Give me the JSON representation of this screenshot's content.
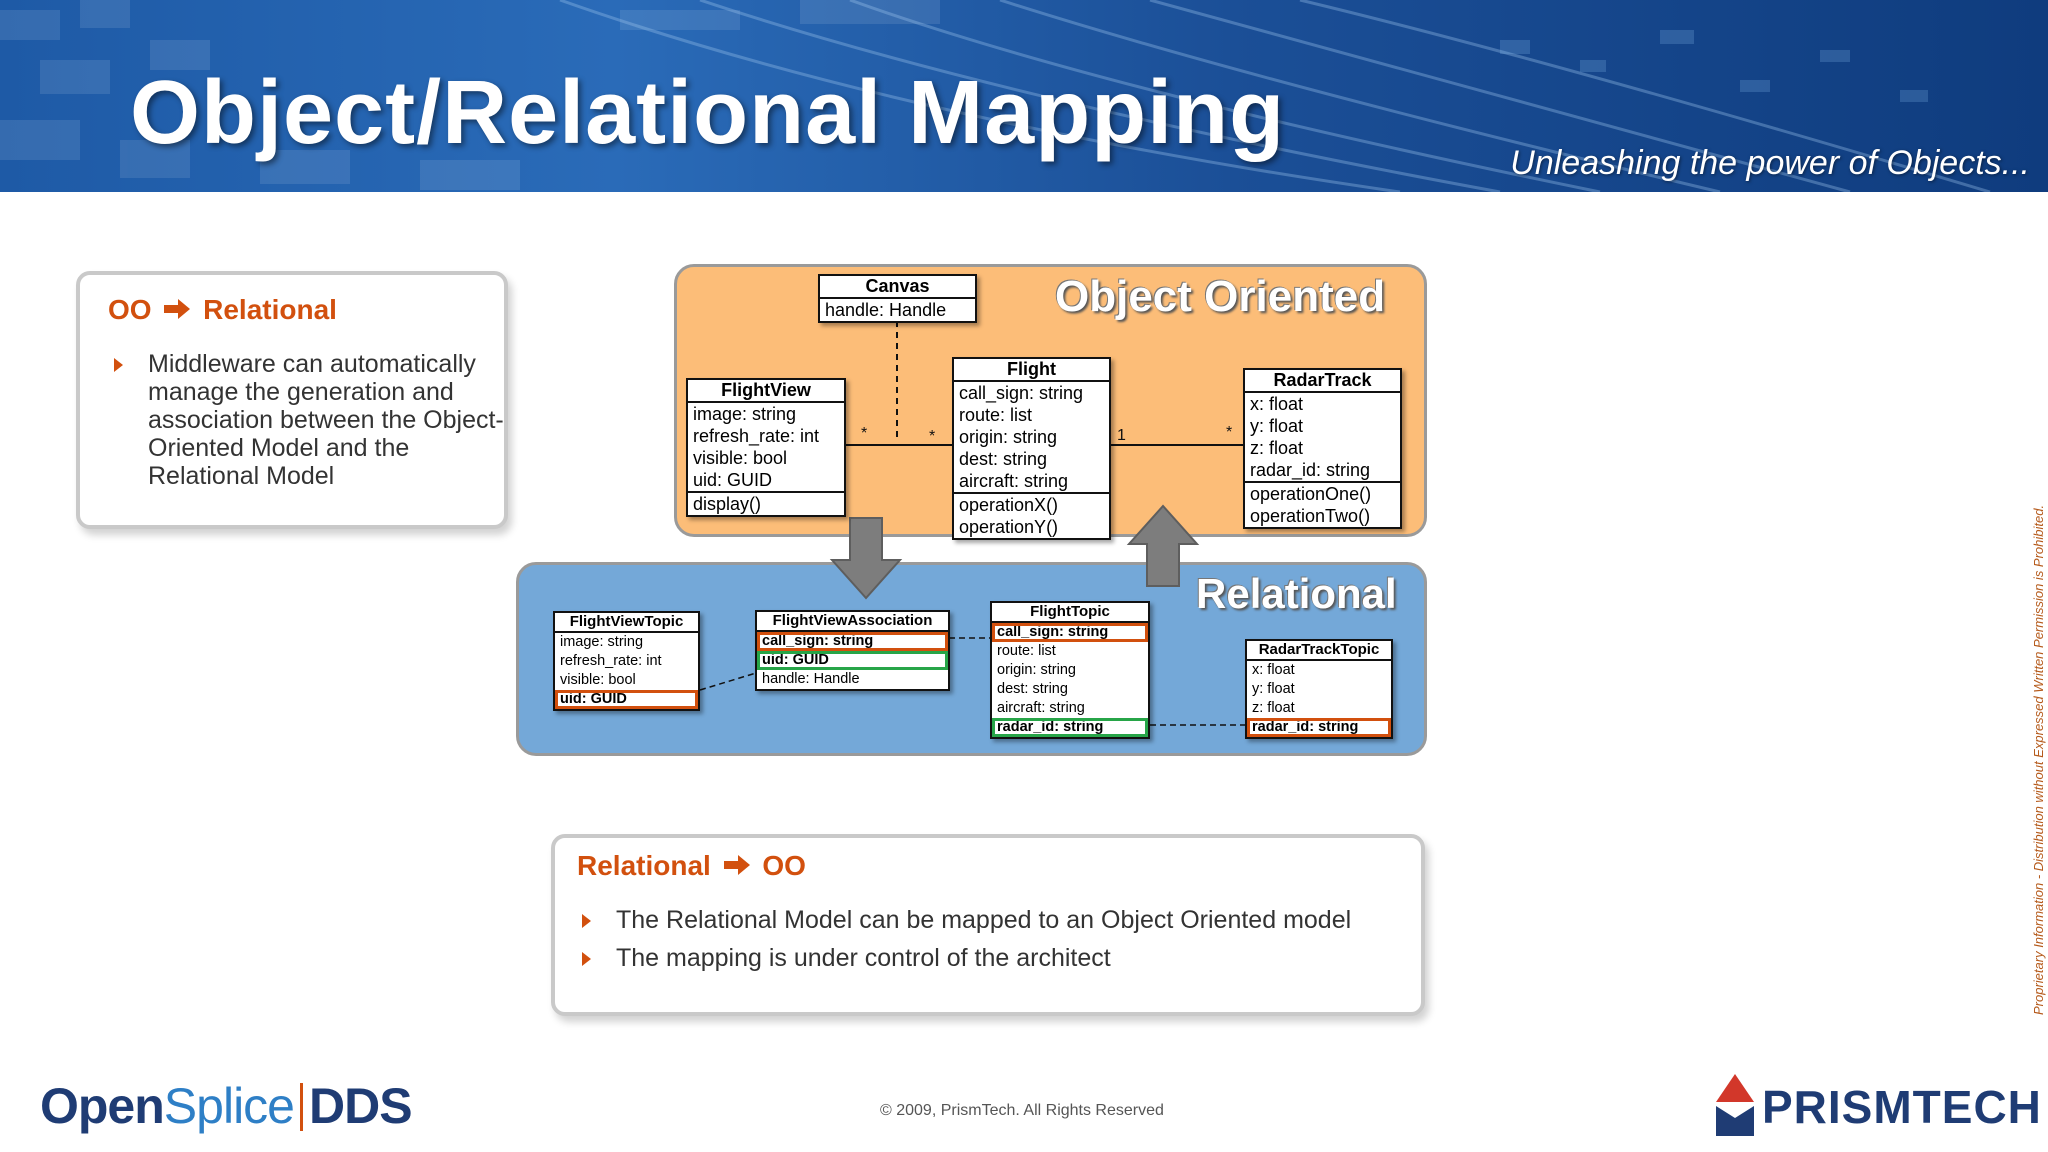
{
  "header": {
    "title": "Object/Relational Mapping",
    "tagline": "Unleashing the power of Objects..."
  },
  "oo_to_relational": {
    "title_left": "OO",
    "arrow_icon": "right-arrow-icon",
    "title_right": "Relational",
    "bullets": [
      "Middleware can automatically manage the generation and association between the Object-Oriented Model and the Relational Model"
    ]
  },
  "relational_to_oo": {
    "title_left": "Relational",
    "arrow_icon": "right-arrow-icon",
    "title_right": "OO",
    "bullets": [
      "The Relational Model can be mapped to an Object Oriented model",
      "The mapping is under control of the architect"
    ]
  },
  "diagram": {
    "oo_panel": {
      "label": "Object Oriented",
      "color": "#fcbd78",
      "classes": {
        "canvas": {
          "name": "Canvas",
          "attributes": [
            "handle: Handle"
          ]
        },
        "flightview": {
          "name": "FlightView",
          "attributes": [
            "image: string",
            "refresh_rate: int",
            "visible: bool",
            "uid: GUID"
          ],
          "operations": [
            "display()"
          ]
        },
        "flight": {
          "name": "Flight",
          "attributes": [
            "call_sign: string",
            "route: list",
            "origin: string",
            "dest: string",
            "aircraft: string"
          ],
          "operations": [
            "operationX()",
            "operationY()"
          ]
        },
        "radartrack": {
          "name": "RadarTrack",
          "attributes": [
            "x: float",
            "y: float",
            "z: float",
            "radar_id: string"
          ],
          "operations": [
            "operationOne()",
            "operationTwo()"
          ]
        }
      },
      "multiplicities": {
        "fv_left": "*",
        "fv_right": "*",
        "fl_left": "1",
        "fl_right": "*"
      }
    },
    "rel_panel": {
      "label": "Relational",
      "color": "#74a8d8",
      "tables": {
        "flightviewtopic": {
          "name": "FlightViewTopic",
          "columns": [
            "image: string",
            "refresh_rate: int",
            "visible: bool"
          ],
          "key": "uid: GUID"
        },
        "flightviewassociation": {
          "name": "FlightViewAssociation",
          "keys": [
            "call_sign: string",
            "uid: GUID"
          ],
          "columns": [
            "handle: Handle"
          ]
        },
        "flighttopic": {
          "name": "FlightTopic",
          "key": "call_sign: string",
          "columns": [
            "route: list",
            "origin: string",
            "dest: string",
            "aircraft: string"
          ],
          "fkey": "radar_id: string"
        },
        "radartracktopic": {
          "name": "RadarTrackTopic",
          "columns": [
            "x: float",
            "y: float",
            "z: float"
          ],
          "key": "radar_id: string"
        }
      }
    },
    "colors": {
      "key_orange": "#d2500e",
      "key_green": "#27a548",
      "arrow": "#7d7d7d"
    }
  },
  "footer": {
    "logo_left_a": "Open",
    "logo_left_b": "Splice",
    "logo_left_c": "DDS",
    "copyright": "© 2009, PrismTech. All Rights Reserved",
    "logo_right": "PRISMTECH",
    "side_note": "Proprietary Information - Distribution without Expressed Written Permission is Prohibited."
  }
}
